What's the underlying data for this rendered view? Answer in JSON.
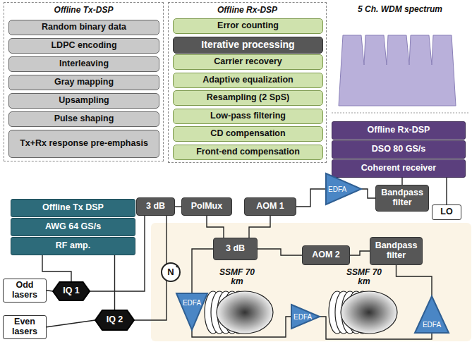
{
  "diagram": {
    "nodes": [
      {
        "text": [
          "Offline Tx-DSP"
        ]
      },
      {
        "text": [
          "Random binary data"
        ],
        "in": 0
      },
      {
        "text": [
          "LDPC encoding"
        ],
        "in": 0
      },
      {
        "text": [
          "Interleaving"
        ],
        "in": 0
      },
      {
        "text": [
          "Gray mapping"
        ],
        "in": 0
      },
      {
        "text": [
          "Upsampling"
        ],
        "in": 0
      },
      {
        "text": [
          "Pulse shaping"
        ],
        "in": 0
      },
      {
        "text": [
          "Tx+Rx response pre-emphasis"
        ],
        "in": 0
      },
      {
        "text": [
          "Offline Rx-DSP"
        ]
      },
      {
        "text": [
          "Error counting"
        ],
        "in": 8
      },
      {
        "text": [
          "Iterative processing"
        ],
        "in": 8
      },
      {
        "text": [
          "Carrier recovery"
        ],
        "in": 8
      },
      {
        "text": [
          "Adaptive equalization"
        ],
        "in": 8
      },
      {
        "text": [
          "Resampling (2 SpS)"
        ],
        "in": 8
      },
      {
        "text": [
          "Low-pass filtering"
        ],
        "in": 8
      },
      {
        "text": [
          "CD compensation"
        ],
        "in": 8
      },
      {
        "text": [
          "Front-end compensation"
        ],
        "in": 8
      },
      {
        "text": [
          "5 Ch. WDM spectrum"
        ]
      },
      {
        "text": [
          "Offline Rx-DSP"
        ]
      },
      {
        "text": [
          "DSO 80 GS/s"
        ]
      },
      {
        "text": [
          "Coherent receiver"
        ]
      },
      {
        "text": [
          "EDFA"
        ]
      },
      {
        "text": [
          "Bandpass filter"
        ]
      },
      {
        "text": [
          "LO"
        ]
      },
      {
        "text": [
          "Offline Tx DSP"
        ]
      },
      {
        "text": [
          "AWG 64 GS/s"
        ]
      },
      {
        "text": [
          "RF amp."
        ]
      },
      {
        "text": [
          "Odd lasers"
        ]
      },
      {
        "text": [
          "Even lasers"
        ]
      },
      {
        "text": [
          "IQ 1"
        ]
      },
      {
        "text": [
          "IQ 2"
        ]
      },
      {
        "text": [
          "3 dB"
        ]
      },
      {
        "text": [
          "PolMux"
        ]
      },
      {
        "text": [
          "AOM 1"
        ]
      },
      {
        "text": [
          "N"
        ]
      },
      {
        "text": [
          "3 dB"
        ]
      },
      {
        "text": [
          "AOM 2"
        ]
      },
      {
        "text": [
          "Bandpass filter"
        ]
      },
      {
        "text": [
          "EDFA"
        ]
      },
      {
        "text": [
          "EDFA"
        ]
      },
      {
        "text": [
          "EDFA"
        ]
      }
    ],
    "edges": [
      {
        "from": 27,
        "to": 29,
        "arrow": "none"
      },
      {
        "from": 28,
        "to": 30,
        "arrow": "none"
      },
      {
        "from": 26,
        "to": 29,
        "arrow": "none"
      },
      {
        "from": 26,
        "to": 30,
        "arrow": "none"
      },
      {
        "from": 29,
        "to": 31,
        "arrow": "none"
      },
      {
        "from": 30,
        "to": 31,
        "arrow": "none"
      },
      {
        "from": 31,
        "to": 32,
        "arrow": "none"
      },
      {
        "from": 32,
        "to": 35,
        "arrow": "none"
      },
      {
        "from": 35,
        "to": 33,
        "arrow": "none"
      },
      {
        "from": 33,
        "to": 21,
        "arrow": "none"
      },
      {
        "from": 21,
        "to": 22,
        "arrow": "none"
      },
      {
        "from": 22,
        "to": 20,
        "arrow": "none"
      },
      {
        "from": 23,
        "to": 20,
        "arrow": "none"
      },
      {
        "from": 35,
        "to": 38,
        "arrow": "none"
      },
      {
        "from": 38,
        "to": 39,
        "arrow": "none"
      },
      {
        "from": 39,
        "to": 40,
        "arrow": "none"
      },
      {
        "from": 40,
        "to": 37,
        "arrow": "none"
      },
      {
        "from": 37,
        "to": 36,
        "arrow": "none"
      },
      {
        "from": 36,
        "to": 35,
        "arrow": "none"
      }
    ],
    "labels": [
      "SSMF 70 km",
      "SSMF 70 km"
    ]
  }
}
